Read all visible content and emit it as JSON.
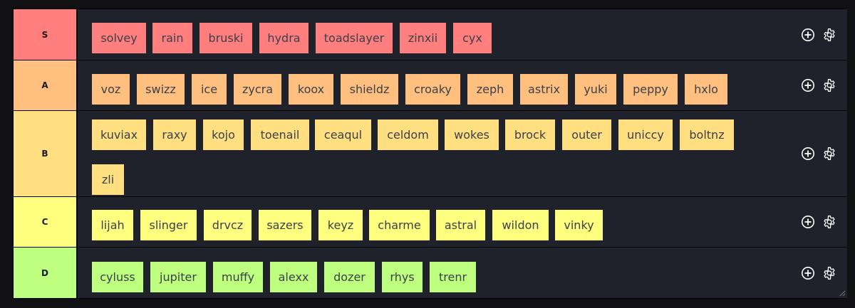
{
  "tiers": [
    {
      "label": "S",
      "color": "#ff7f7f",
      "items": [
        "solvey",
        "rain",
        "bruski",
        "hydra",
        "toadslayer",
        "zinxii",
        "cyx"
      ]
    },
    {
      "label": "A",
      "color": "#ffbf7f",
      "items": [
        "voz",
        "swizz",
        "ice",
        "zycra",
        "koox",
        "shieldz",
        "croaky",
        "zeph",
        "astrix",
        "yuki",
        "peppy",
        "hxlo"
      ]
    },
    {
      "label": "B",
      "color": "#ffdf7f",
      "items": [
        "kuviax",
        "raxy",
        "kojo",
        "toenail",
        "ceaqul",
        "celdom",
        "wokes",
        "brock",
        "outer",
        "uniccy",
        "boltnz",
        "zli"
      ]
    },
    {
      "label": "C",
      "color": "#ffff7f",
      "items": [
        "lijah",
        "slinger",
        "drvcz",
        "sazers",
        "keyz",
        "charme",
        "astral",
        "wildon",
        "vinky"
      ]
    },
    {
      "label": "D",
      "color": "#bfff7f",
      "items": [
        "cyluss",
        "jupiter",
        "muffy",
        "alexx",
        "dozer",
        "rhys",
        "trenr"
      ]
    }
  ],
  "icons": {
    "add": "plus-circle-icon",
    "settings": "gear-icon"
  },
  "colors": {
    "row_background": "#1f222b",
    "page_background": "#111114"
  }
}
